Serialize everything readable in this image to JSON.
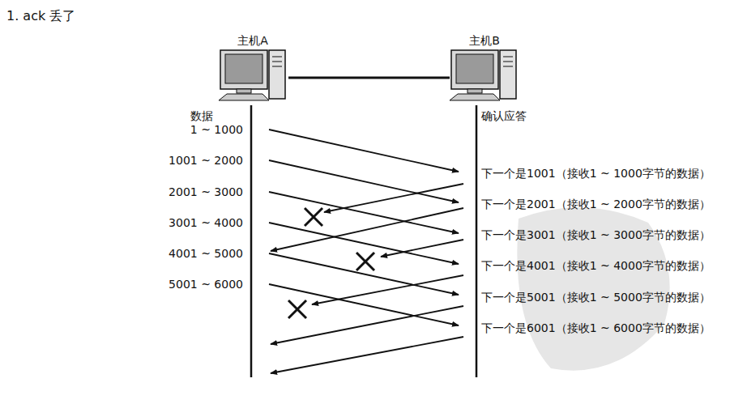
{
  "diagram": {
    "title": "1. ack 丢了",
    "nodes": [
      {
        "text": [
          "主机A"
        ]
      },
      {
        "text": [
          "主机B"
        ]
      }
    ],
    "edges": [
      {
        "from": 0,
        "to": 1,
        "arrow": "none"
      }
    ],
    "labels": [
      "数据",
      "1 ~ 1000",
      "1001 ~ 2000",
      "2001 ~ 3000",
      "3001 ~ 4000",
      "4001 ~ 5000",
      "5001 ~ 6000",
      "确认应答",
      "下一个是1001（接收1 ~ 1000字节的数据）",
      "下一个是2001（接收1 ~ 2000字节的数据）",
      "下一个是3001（接收1 ~ 3000字节的数据）",
      "下一个是4001（接收1 ~ 4000字节的数据）",
      "下一个是5001（接收1 ~ 5000字节的数据）",
      "下一个是6001（接收1 ~ 6000字节的数据）"
    ]
  }
}
